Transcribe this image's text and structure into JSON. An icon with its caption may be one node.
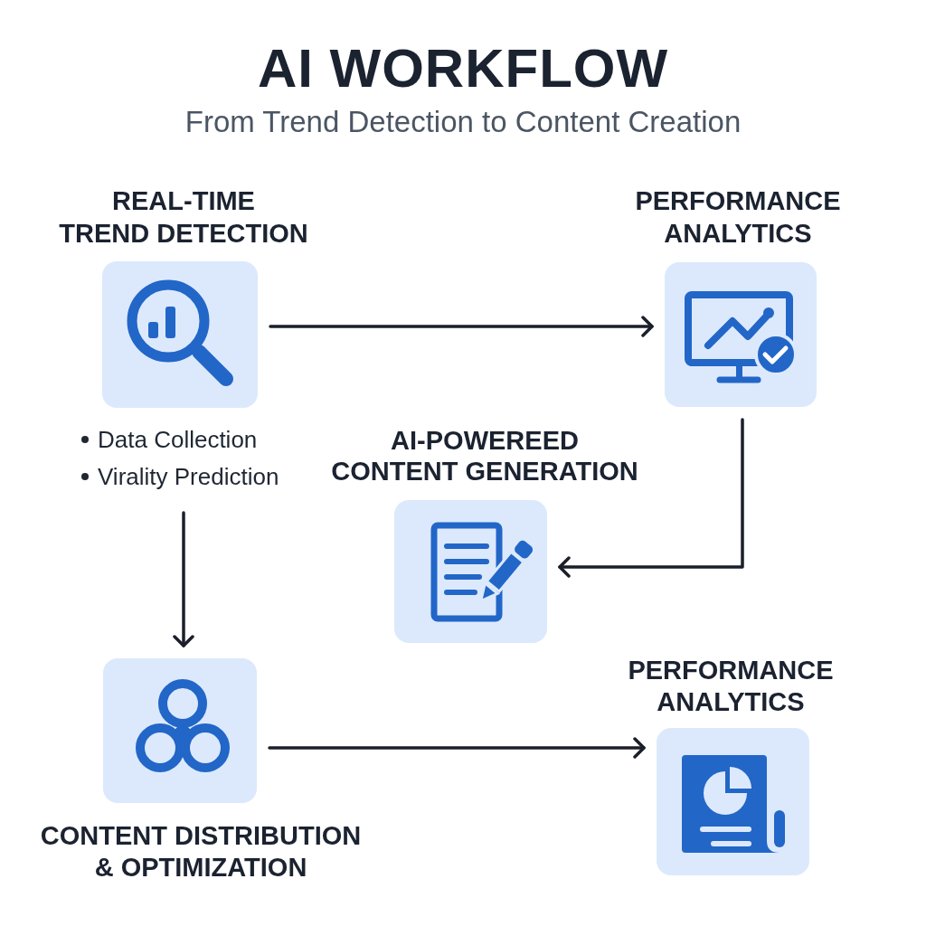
{
  "diagram": {
    "title": "AI WORKFLOW",
    "nodes": [
      {
        "text": [
          "REAL-TIME TREND DETECTION"
        ],
        "beside": [
          "Data Collection",
          "Virality Prediction"
        ]
      },
      {
        "text": [
          "PERFORMANCE ANALYTICS"
        ]
      },
      {
        "text": [
          "AI-POWEREED CONTENT GENERATION"
        ]
      },
      {
        "text": [
          "CONTENT DISTRIBUTION & OPTIMIZATION"
        ]
      },
      {
        "text": [
          "PERFORMANCE ANALYTICS"
        ]
      }
    ],
    "edges": [
      {
        "from": 0,
        "to": 1,
        "arrow": "to"
      },
      {
        "from": 1,
        "to": 2,
        "arrow": "to"
      },
      {
        "from": 0,
        "to": 3,
        "arrow": "to"
      },
      {
        "from": 3,
        "to": 4,
        "arrow": "to"
      }
    ],
    "labels": [
      "From Trend Detection to Content Creation"
    ]
  }
}
